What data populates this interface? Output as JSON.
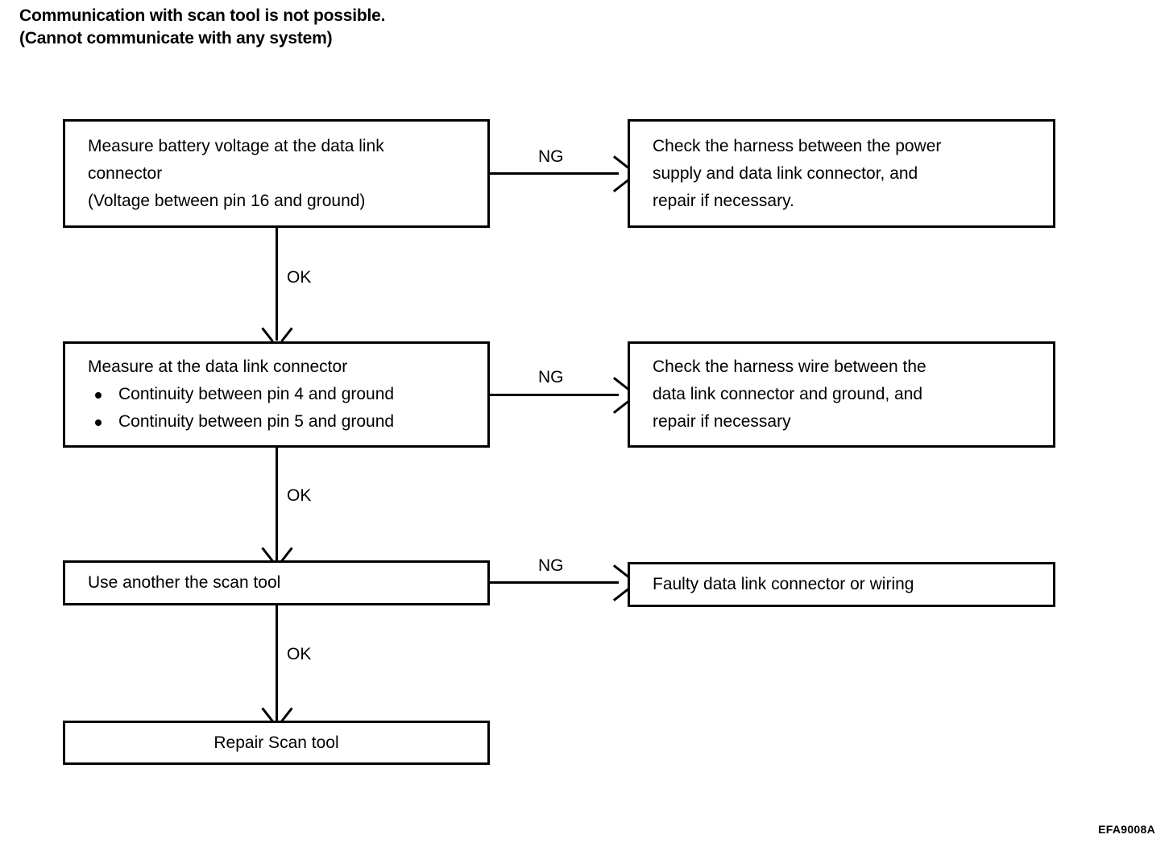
{
  "document": {
    "title_lines": [
      "Communication with scan tool is not possible.",
      "(Cannot communicate with any system)"
    ],
    "figure_code": "EFA9008A"
  },
  "flowchart": {
    "nodes": [
      {
        "id": "measure-battery-voltage",
        "lines": [
          "Measure battery voltage at the data link",
          "connector",
          "(Voltage between pin 16 and ground)"
        ]
      },
      {
        "id": "check-harness-power-supply",
        "lines": [
          "Check the harness between the power",
          "supply and data link connector, and",
          "repair if necessary."
        ]
      },
      {
        "id": "measure-at-data-link-connector",
        "heading": "Measure at the data link connector",
        "bullets": [
          "Continuity between pin 4 and ground",
          "Continuity between pin 5 and ground"
        ]
      },
      {
        "id": "check-harness-wire-ground",
        "lines": [
          "Check the harness wire between the",
          "data link connector and ground, and",
          "repair if necessary"
        ]
      },
      {
        "id": "use-another-scan-tool",
        "lines": [
          "Use another the scan tool"
        ]
      },
      {
        "id": "faulty-data-link-connector",
        "lines": [
          "Faulty data link connector or wiring"
        ]
      },
      {
        "id": "repair-scan-tool",
        "lines": [
          "Repair Scan tool"
        ]
      }
    ],
    "edges": [
      {
        "id": "edge-ng-1",
        "label": "NG",
        "from": "measure-battery-voltage",
        "to": "check-harness-power-supply"
      },
      {
        "id": "edge-ok-1",
        "label": "OK",
        "from": "measure-battery-voltage",
        "to": "measure-at-data-link-connector"
      },
      {
        "id": "edge-ng-2",
        "label": "NG",
        "from": "measure-at-data-link-connector",
        "to": "check-harness-wire-ground"
      },
      {
        "id": "edge-ok-2",
        "label": "OK",
        "from": "measure-at-data-link-connector",
        "to": "use-another-scan-tool"
      },
      {
        "id": "edge-ng-3",
        "label": "NG",
        "from": "use-another-scan-tool",
        "to": "faulty-data-link-connector"
      },
      {
        "id": "edge-ok-3",
        "label": "OK",
        "from": "use-another-scan-tool",
        "to": "repair-scan-tool"
      }
    ]
  },
  "colors": {
    "background": "#ffffff",
    "stroke": "#000000",
    "text": "#000000"
  }
}
